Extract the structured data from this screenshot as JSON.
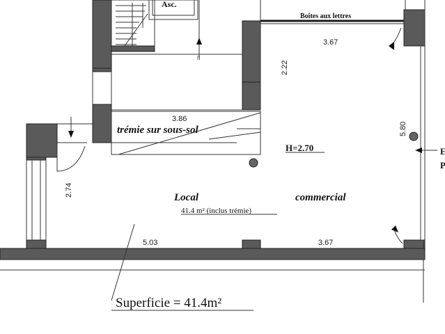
{
  "plan": {
    "elevator_label": "Asc.",
    "mailbox_label": "Boîtes aux lettres",
    "tremie_label": "trémie sur sous-sol",
    "height_label": "H=2.70",
    "room_label_1": "Local",
    "room_label_2": "commercial",
    "area_label": "41.4 m² (inclus trémie)",
    "superficie_label": "Superficie = 41.4m²",
    "dimensions": {
      "top_width": "3.67",
      "upper_height": "2.22",
      "tremie_width": "3.86",
      "right_height": "5.80",
      "left_height": "2.74",
      "bottom_left": "5.03",
      "bottom_right": "3.67"
    },
    "edge_marks": [
      "E",
      "P"
    ]
  }
}
